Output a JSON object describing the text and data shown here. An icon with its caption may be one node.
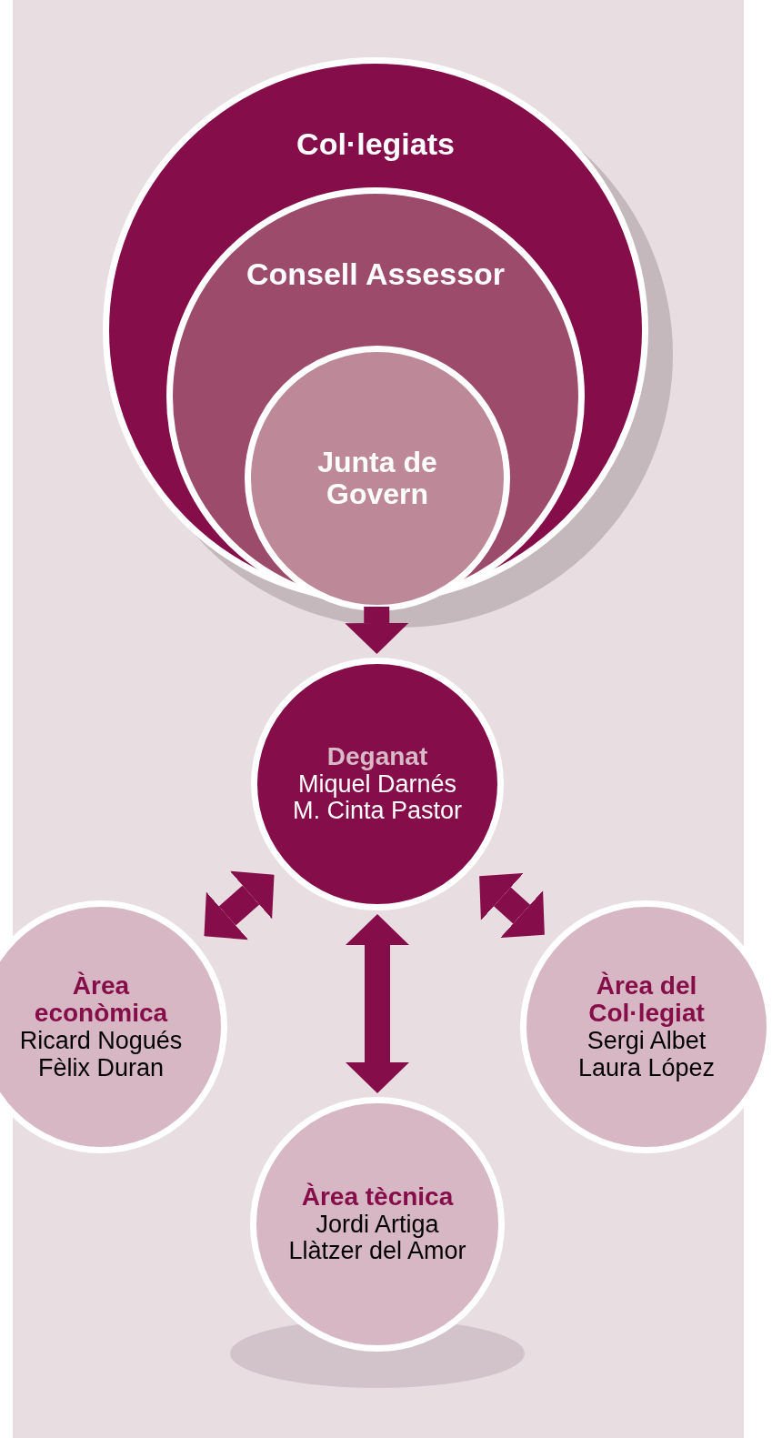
{
  "diagram": {
    "nodes": [
      {
        "text": [
          "Col·legiats"
        ]
      },
      {
        "text": [
          "Consell Assessor"
        ],
        "in": 0
      },
      {
        "text": [
          "Junta de Govern"
        ],
        "in": 1
      },
      {
        "text": [
          "Deganat",
          "Miquel Darnés",
          "M. Cinta Pastor"
        ]
      },
      {
        "text": [
          "Àrea econòmica",
          "Ricard Nogués",
          "Fèlix Duran"
        ]
      },
      {
        "text": [
          "Àrea del Col·legiat",
          "Sergi Albet",
          "Laura López"
        ]
      },
      {
        "text": [
          "Àrea tècnica",
          "Jordi Artiga",
          "Llàtzer del Amor"
        ]
      }
    ],
    "edges": [
      {
        "from": 0,
        "to": 3,
        "arrow": "to"
      },
      {
        "from": 3,
        "to": 4,
        "arrow": "both"
      },
      {
        "from": 3,
        "to": 6,
        "arrow": "both"
      },
      {
        "from": 3,
        "to": 5,
        "arrow": "both"
      }
    ]
  }
}
